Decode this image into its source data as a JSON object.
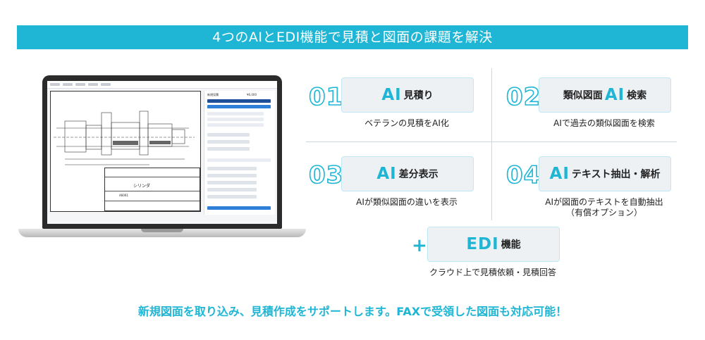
{
  "banner": {
    "title": "4つのAIとEDI機能で見積と図面の課題を解決"
  },
  "screen": {
    "part_name": "シリンダ",
    "material": "A6061",
    "panel_title": "新規見積",
    "panel_price": "¥6,000"
  },
  "features": [
    {
      "number": "01",
      "ai": "AI",
      "label": "見積り",
      "desc": "ベテランの見積をAI化"
    },
    {
      "number": "02",
      "pre": "類似図面",
      "ai": "AI",
      "label": "検索",
      "desc": "AIで過去の類似図面を検索"
    },
    {
      "number": "03",
      "ai": "AI",
      "label": "差分表示",
      "desc": "AIが類似図面の違いを表示"
    },
    {
      "number": "04",
      "ai": "AI",
      "label": "テキスト抽出・解析",
      "desc": "AIが図面のテキストを自動抽出",
      "desc2": "（有償オプション）"
    }
  ],
  "edi": {
    "plus": "+",
    "ai": "EDI",
    "label": "機能",
    "desc": "クラウド上で見積依頼・見積回答"
  },
  "footer": {
    "text": "新規図面を取り込み、見積作成をサポートします。FAXで受領した図面も対応可能！"
  },
  "colors": {
    "accent": "#1fb6d5",
    "box_bg": "#eef1f4"
  }
}
